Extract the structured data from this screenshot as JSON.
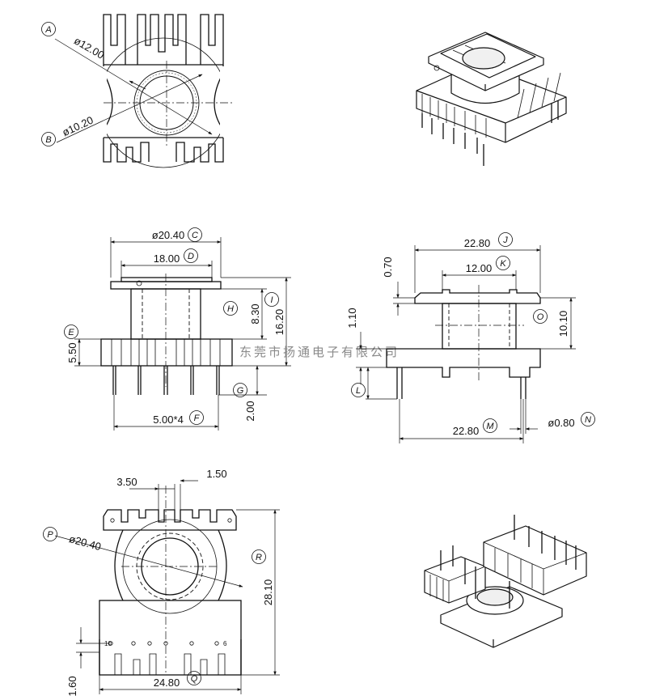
{
  "watermark": "东莞市扬通电子有限公司",
  "colors": {
    "line": "#111111",
    "background": "#ffffff",
    "watermark": "#8a8a8a"
  },
  "views": {
    "top": {
      "labels": {
        "a": "A",
        "b": "B"
      },
      "dims": {
        "a": "ø12.00",
        "b": "ø10.20"
      }
    },
    "front": {
      "labels": {
        "c": "C",
        "d": "D",
        "e": "E",
        "f": "F",
        "g": "G",
        "h": "H",
        "i": "I"
      },
      "dims": {
        "c": "ø20.40",
        "d": "18.00",
        "e": "5.50",
        "f": "5.00*4",
        "g": "2.00",
        "h": "8.30",
        "i": "16.20"
      }
    },
    "side": {
      "labels": {
        "j": "J",
        "k": "K",
        "l": "L",
        "m": "M",
        "n": "N",
        "o": "O"
      },
      "dims": {
        "j": "22.80",
        "k": "12.00",
        "top": "0.70",
        "l_upper": "1.10",
        "m": "22.80",
        "n": "ø0.80",
        "o": "10.10"
      }
    },
    "bottom": {
      "labels": {
        "p": "P",
        "q": "Q",
        "r": "R"
      },
      "dims": {
        "pitch_a": "3.50",
        "pitch_b": "1.50",
        "p": "ø20.40",
        "q": "24.80",
        "r": "28.10",
        "pin_offset": "1.60"
      },
      "pin_numbers": {
        "first": "10",
        "last": "6"
      }
    }
  }
}
